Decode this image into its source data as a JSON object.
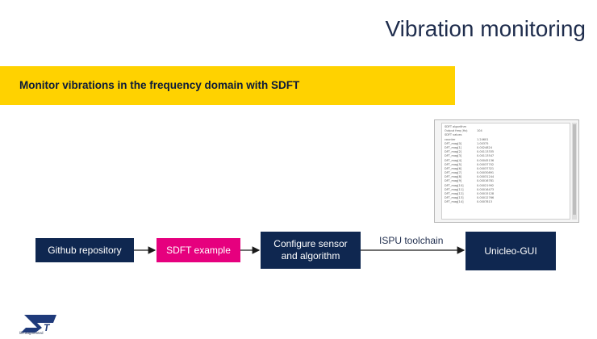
{
  "title": "Vibration monitoring",
  "banner": "Monitor vibrations in the frequency domain with SDFT",
  "flow": {
    "steps": [
      "Github repository",
      "SDFT example",
      "Configure sensor\nand algorithm",
      "Unicleo-GUI"
    ],
    "edge_label": "ISPU toolchain"
  },
  "gui_panel": {
    "rows": [
      {
        "k": "SDFT algorithm",
        "v": ""
      },
      {
        "k": "Output freq (Hz)",
        "v": "104"
      },
      {
        "k": "SDFT values",
        "v": ""
      },
      {
        "k": "counter",
        "v": "1.24601"
      },
      {
        "k": "DFT_mag[0]",
        "v": "1.00375"
      },
      {
        "k": "DFT_mag[1]",
        "v": "0.0024824"
      },
      {
        "k": "DFT_mag[2]",
        "v": "0.00113335"
      },
      {
        "k": "DFT_mag[3]",
        "v": "0.00113547"
      },
      {
        "k": "DFT_mag[4]",
        "v": "0.00045136"
      },
      {
        "k": "DFT_mag[5]",
        "v": "0.00037702"
      },
      {
        "k": "DFT_mag[6]",
        "v": "0.00037321"
      },
      {
        "k": "DFT_mag[7]",
        "v": "0.00030891"
      },
      {
        "k": "DFT_mag[8]",
        "v": "0.00031244"
      },
      {
        "k": "DFT_mag[9]",
        "v": "0.00016781"
      },
      {
        "k": "DFT_mag[10]",
        "v": "0.00021992"
      },
      {
        "k": "DFT_mag[11]",
        "v": "0.00016473"
      },
      {
        "k": "DFT_mag[12]",
        "v": "0.00015128"
      },
      {
        "k": "DFT_mag[13]",
        "v": "0.00012766"
      },
      {
        "k": "DFT_mag[14]",
        "v": "0.0007813"
      }
    ]
  },
  "logo": {
    "mark": "ST",
    "tagline": "life.augmented"
  },
  "colors": {
    "dark_box": "#0f2750",
    "pink_box": "#e6007e",
    "banner": "#ffd200"
  }
}
